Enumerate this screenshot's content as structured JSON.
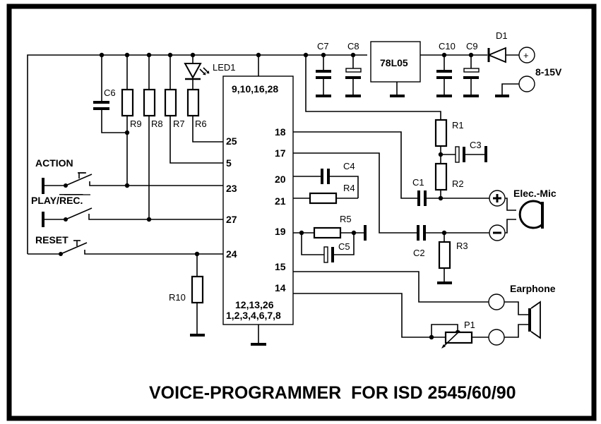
{
  "title": "VOICE-PROGRAMMER  FOR ISD 2545/60/90",
  "ic": {
    "top_pins": "9,10,16,28",
    "bottom_pins_line1": "12,13,26",
    "bottom_pins_line2": "1,2,3,4,6,7,8",
    "left_pins": [
      "25",
      "5",
      "23",
      "27",
      "24"
    ],
    "right_pins": [
      "18",
      "17",
      "20",
      "21",
      "19",
      "15",
      "14"
    ]
  },
  "regulator": {
    "label": "78L05"
  },
  "power": {
    "label": "8-15V",
    "plus_symbol": "+"
  },
  "switches": {
    "action": "ACTION",
    "play_rec_part1": "PLAY/",
    "play_rec_part2": "REC.",
    "reset": "RESET"
  },
  "components": {
    "LED1": "LED1",
    "C1": "C1",
    "C2": "C2",
    "C3": "C3",
    "C4": "C4",
    "C5": "C5",
    "C6": "C6",
    "C7": "C7",
    "C8": "C8",
    "C9": "C9",
    "C10": "C10",
    "R1": "R1",
    "R2": "R2",
    "R3": "R3",
    "R4": "R4",
    "R5": "R5",
    "R6": "R6",
    "R7": "R7",
    "R8": "R8",
    "R9": "R9",
    "R10": "R10",
    "D1": "D1",
    "P1": "P1"
  },
  "mic": {
    "label": "Elec.-Mic",
    "plus": "+",
    "minus": "−"
  },
  "earphone": {
    "label": "Earphone"
  }
}
